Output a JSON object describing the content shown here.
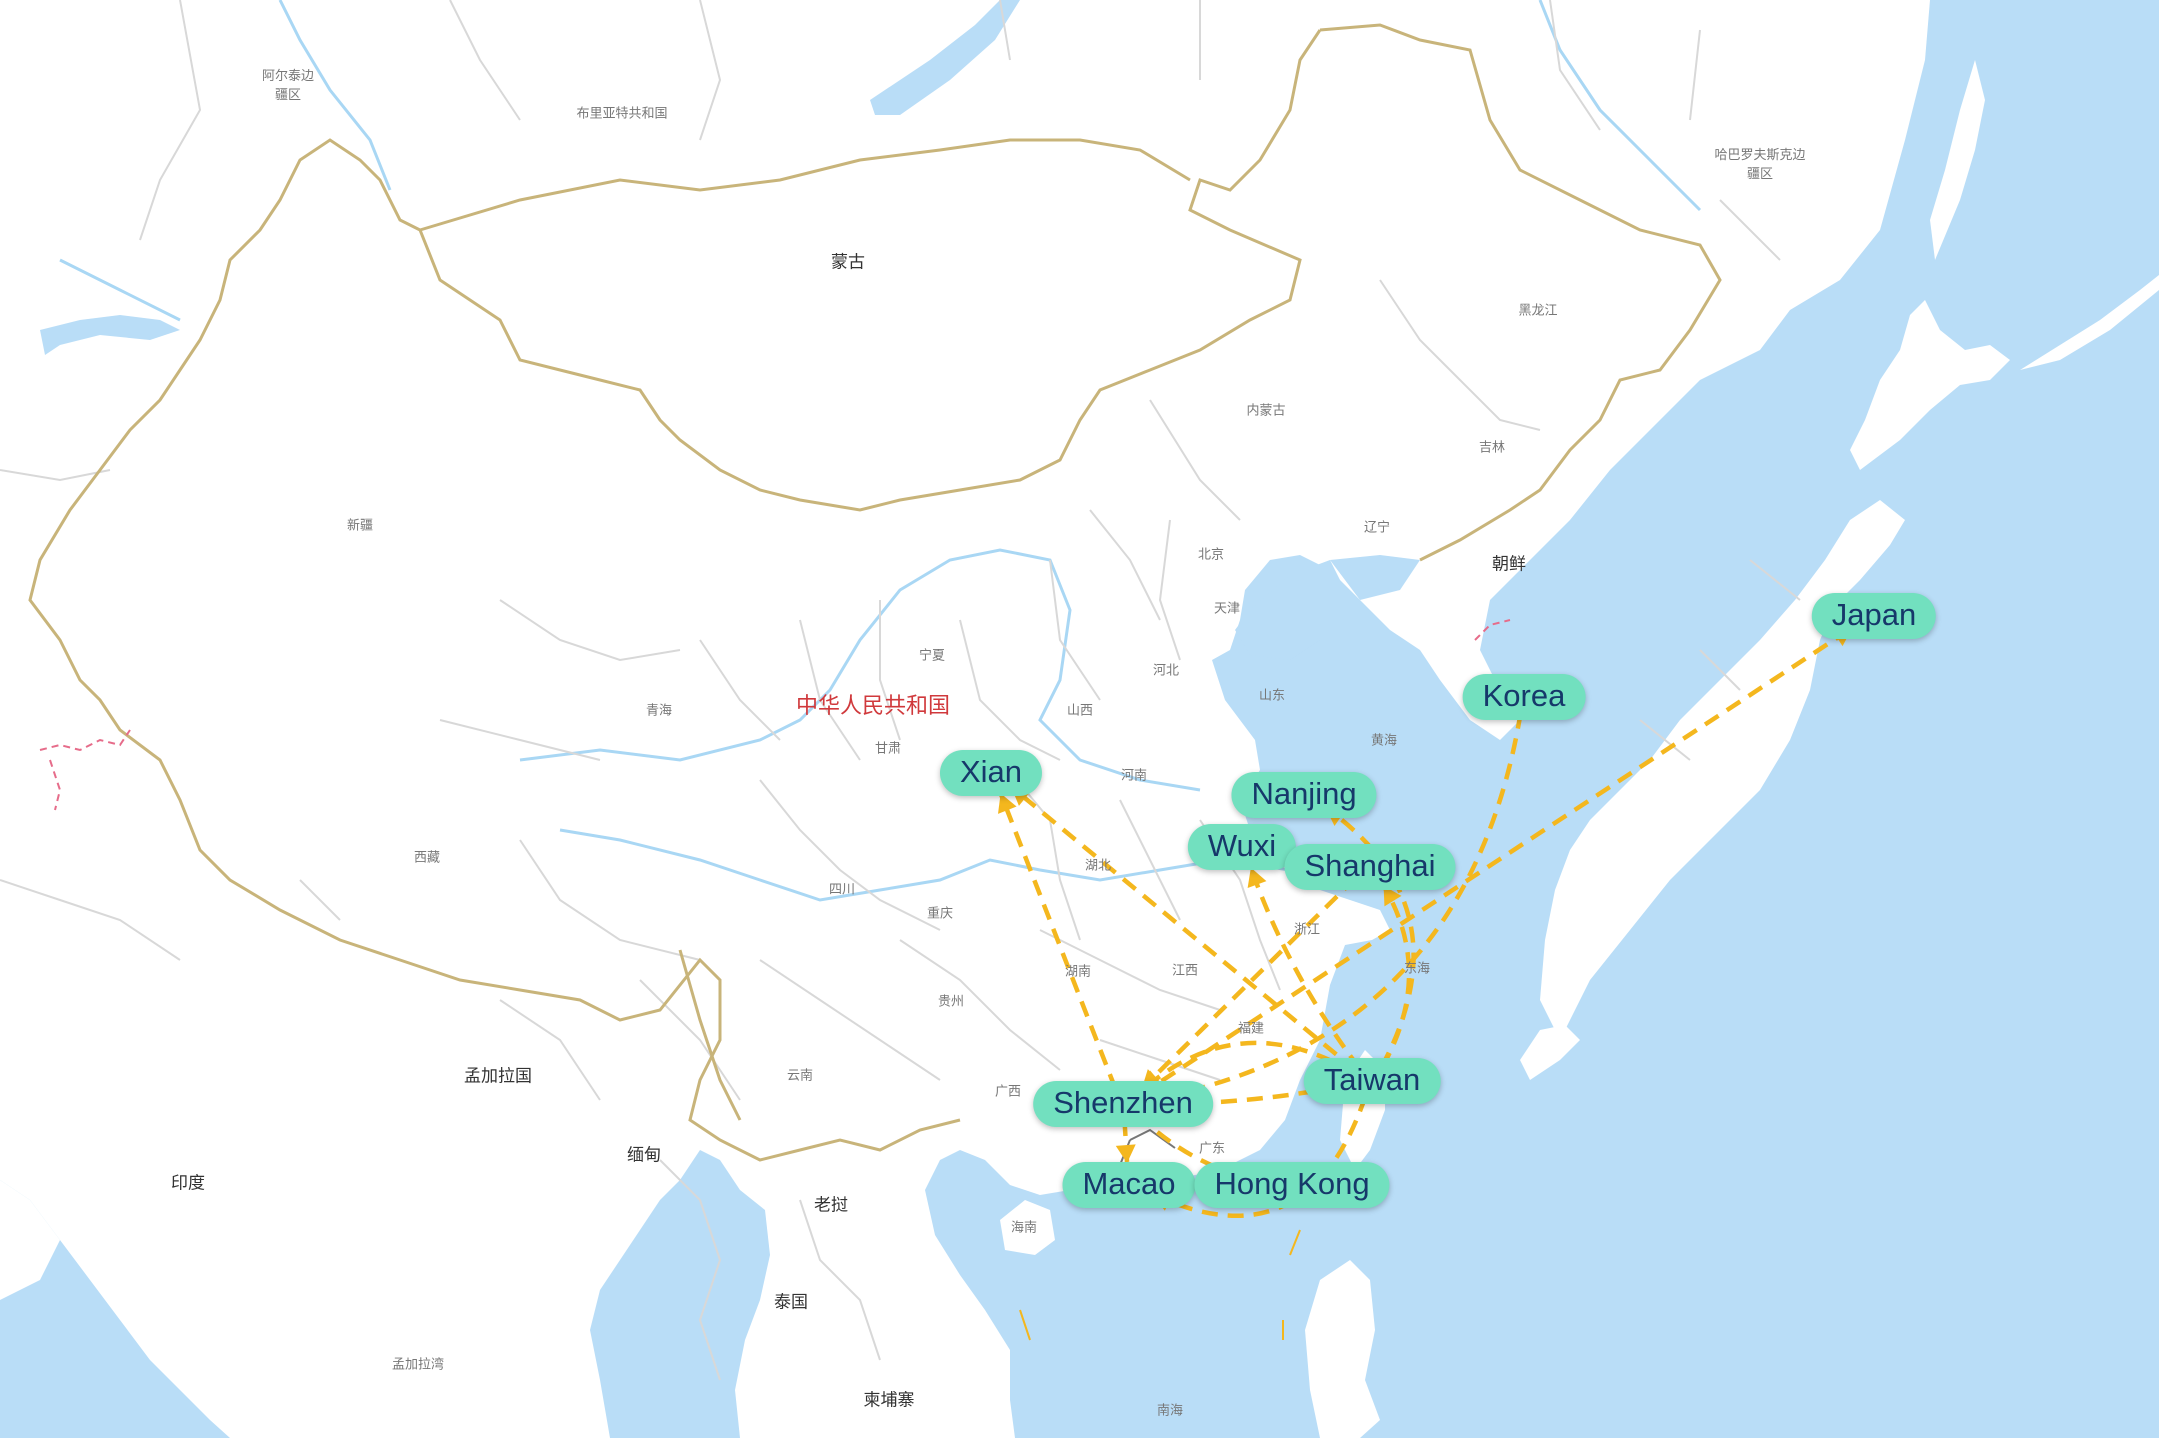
{
  "map": {
    "country_label": "中华人民共和国",
    "cities": [
      {
        "id": "xian",
        "name": "Xian"
      },
      {
        "id": "nanjing",
        "name": "Nanjing"
      },
      {
        "id": "wuxi",
        "name": "Wuxi"
      },
      {
        "id": "shanghai",
        "name": "Shanghai"
      },
      {
        "id": "korea",
        "name": "Korea"
      },
      {
        "id": "japan",
        "name": "Japan"
      },
      {
        "id": "taiwan",
        "name": "Taiwan"
      },
      {
        "id": "shenzhen",
        "name": "Shenzhen"
      },
      {
        "id": "macao",
        "name": "Macao"
      },
      {
        "id": "hongkong",
        "name": "Hong Kong"
      }
    ],
    "routes": [
      {
        "from": "Shenzhen",
        "to": "Xian"
      },
      {
        "from": "Taiwan",
        "to": "Xian"
      },
      {
        "from": "Korea",
        "to": "Shenzhen"
      },
      {
        "from": "Taiwan",
        "to": "Nanjing"
      },
      {
        "from": "Taiwan",
        "to": "Shanghai"
      },
      {
        "from": "Taiwan",
        "to": "Wuxi"
      },
      {
        "from": "Taiwan",
        "to": "Shenzhen"
      },
      {
        "from": "Shanghai",
        "to": "Shenzhen"
      },
      {
        "from": "Shenzhen",
        "to": "Taiwan"
      },
      {
        "from": "Shenzhen",
        "to": "Macao"
      },
      {
        "from": "Shenzhen",
        "to": "Hong Kong"
      },
      {
        "from": "Taiwan",
        "to": "Macao"
      },
      {
        "from": "Shenzhen",
        "to": "Japan"
      }
    ],
    "place_labels": {
      "mongolia": "蒙古",
      "xinjiang": "新疆",
      "tibet": "西藏",
      "qinghai": "青海",
      "gansu": "甘肃",
      "ningxia": "宁夏",
      "sichuan": "四川",
      "chongqing": "重庆",
      "guizhou": "贵州",
      "yunnan": "云南",
      "guangxi": "广西",
      "hunan": "湖南",
      "hubei": "湖北",
      "henan": "河南",
      "shanxi": "山西",
      "hebei": "河北",
      "beijing": "北京",
      "tianjin": "天津",
      "shandong": "山东",
      "jiangxi": "江西",
      "fujian": "福建",
      "zhejiang": "浙江",
      "inner_mongolia": "内蒙古",
      "liaoning": "辽宁",
      "jilin": "吉林",
      "heilongjiang": "黑龙江",
      "north_korea": "朝鲜",
      "yellow_sea": "黄海",
      "east_sea": "东海",
      "south_sea": "南海",
      "hainan": "海南",
      "bangladesh": "孟加拉国",
      "india": "印度",
      "myanmar": "缅甸",
      "laos": "老挝",
      "thailand": "泰国",
      "cambodia": "柬埔寨",
      "bay_of_bengal": "孟加拉湾",
      "altai": "阿尔泰边疆区",
      "buryatia": "布里亚特共和国",
      "khabarovsk": "哈巴罗夫斯克边疆区",
      "guangdong": "广东"
    }
  }
}
